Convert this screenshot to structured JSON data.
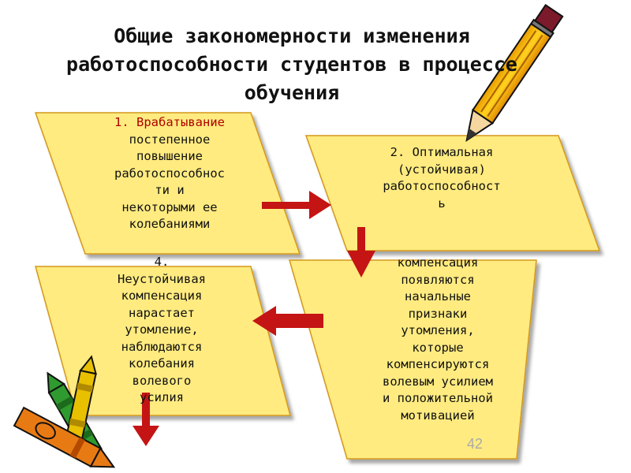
{
  "title": "Общие закономерности изменения работоспособности студентов в процессе обучения",
  "blocks": [
    {
      "heading": "1. Врабатывание",
      "lines": [
        "постепенное",
        "повышение",
        "работоспособнос",
        "ти и",
        "некоторыми ее",
        "колебаниями"
      ]
    },
    {
      "heading": "2. Оптимальная",
      "lines": [
        "(устойчивая)",
        "работоспособност",
        "ь"
      ]
    },
    {
      "lines": [
        "компенсация",
        "появляются",
        "начальные",
        "признаки",
        "утомления,",
        "которые",
        "компенсируются",
        "волевым усилием",
        "и положительной",
        "мотивацией"
      ]
    },
    {
      "lines": [
        "4.",
        "Неустойчивая",
        "компенсация",
        "нарастает",
        "утомление,",
        "наблюдаются",
        "колебания",
        "волевого",
        "усилия"
      ]
    }
  ],
  "page_number": "42",
  "colors": {
    "block_fill": "#ffeb80",
    "block_stroke": "#d4981c",
    "arrow": "#c41414",
    "heading_text": "#b00000"
  },
  "decor": [
    "pencil-icon",
    "crayons-icon"
  ]
}
